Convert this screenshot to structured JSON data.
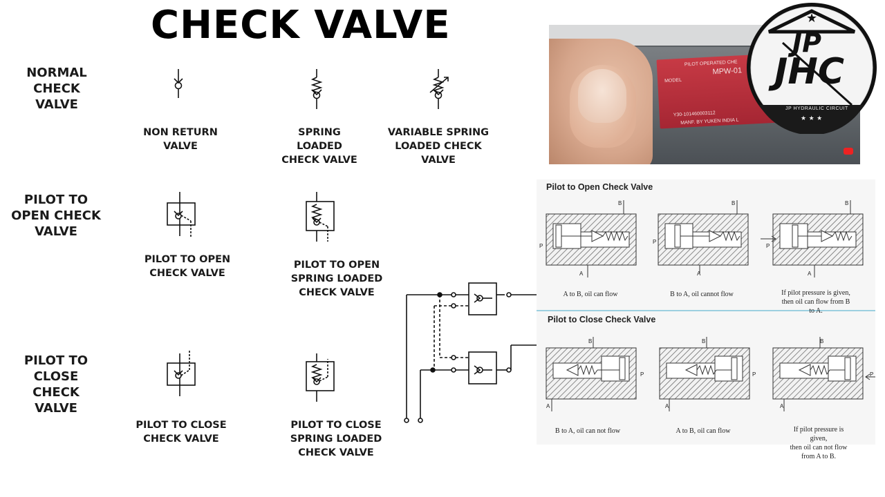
{
  "title": "CHECK VALVE",
  "rows": [
    {
      "label": "NORMAL\nCHECK\nVALVE"
    },
    {
      "label": "PILOT TO\nOPEN CHECK\nVALVE"
    },
    {
      "label": "PILOT TO\nCLOSE\nCHECK\nVALVE"
    }
  ],
  "symbols": {
    "non_return": "NON RETURN\nVALVE",
    "spring_loaded": "SPRING\nLOADED\nCHECK VALVE",
    "variable_spring": "VARIABLE SPRING\nLOADED CHECK\nVALVE",
    "pilot_open": "PILOT TO OPEN\nCHECK VALVE",
    "pilot_open_spring": "PILOT TO OPEN\nSPRING LOADED\nCHECK VALVE",
    "pilot_close": "PILOT TO CLOSE\nCHECK VALVE",
    "pilot_close_spring": "PILOT TO CLOSE\nSPRING LOADED\nCHECK VALVE"
  },
  "photo": {
    "plate_line1": "PILOT OPERATED CHE",
    "plate_model_label": "MODEL",
    "plate_model_value": "MPW-01",
    "plate_serial": "Y30-101460003112",
    "plate_maker": "MANF. BY YUKEN INDIA L"
  },
  "logo": {
    "letters_top": "JP",
    "letters_main": "JHC",
    "subtitle": "JP HYDRAULIC CIRCUIT",
    "stars": "★ ★ ★",
    "top_star": "★"
  },
  "panel_open": {
    "title": "Pilot to Open Check Valve",
    "captions": [
      "A to B, oil can flow",
      "B to A, oil cannot flow",
      "If pilot pressure is given,\nthen oil can flow from B to A."
    ],
    "ports": {
      "a": "A",
      "b": "B",
      "p": "P"
    }
  },
  "panel_close": {
    "title": "Pilot to Close Check Valve",
    "captions": [
      "B to A, oil can not flow",
      "A to B, oil can flow",
      "If pilot pressure is given,\nthen oil can not flow from A to B."
    ],
    "ports": {
      "a": "A",
      "b": "B",
      "p": "P"
    }
  },
  "colors": {
    "text": "#1a1a1a",
    "hatch": "#555555",
    "plate_red": "#b02a37",
    "divider": "#9ccfe0"
  }
}
